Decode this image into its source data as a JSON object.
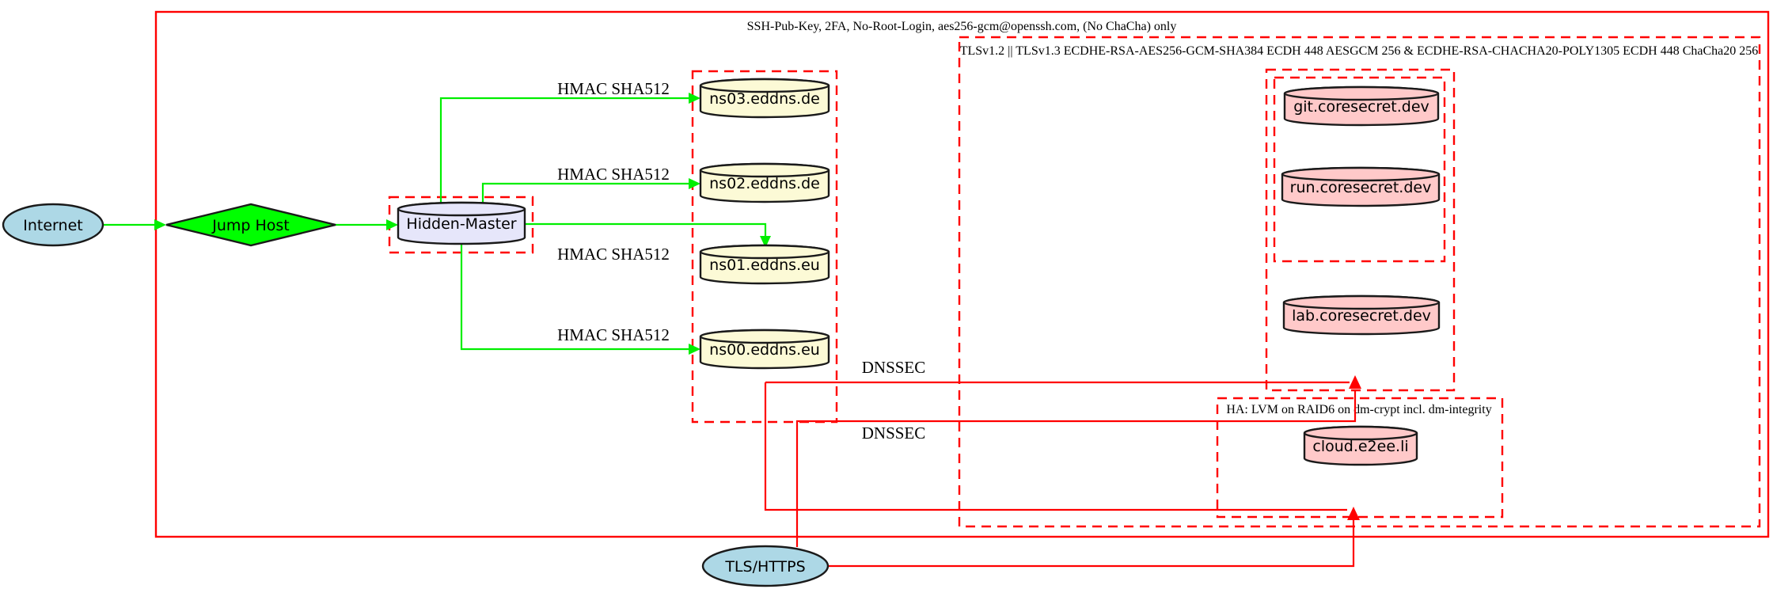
{
  "diagram": {
    "title": "DNS / hosting security topology",
    "clusters": {
      "ssh": {
        "label": "SSH-Pub-Key, 2FA, No-Root-Login, aes256-gcm@openssh.com, (No ChaCha) only"
      },
      "tls": {
        "label": "TLSv1.2 || TLSv1.3 ECDHE-RSA-AES256-GCM-SHA384 ECDH 448 AESGCM 256 & ECDHE-RSA-CHACHA20-POLY1305 ECDH 448 ChaCha20 256"
      },
      "ha": {
        "label": "HA: LVM on RAID6 on dm-crypt incl. dm-integrity"
      }
    },
    "nodes": {
      "internet": {
        "label": "Internet",
        "shape": "ellipse"
      },
      "jump_host": {
        "label": "Jump Host",
        "shape": "diamond"
      },
      "hidden_master": {
        "label": "Hidden-Master",
        "shape": "cylinder"
      },
      "ns03": {
        "label": "ns03.eddns.de",
        "shape": "cylinder"
      },
      "ns02": {
        "label": "ns02.eddns.de",
        "shape": "cylinder"
      },
      "ns01": {
        "label": "ns01.eddns.eu",
        "shape": "cylinder"
      },
      "ns00": {
        "label": "ns00.eddns.eu",
        "shape": "cylinder"
      },
      "git": {
        "label": "git.coresecret.dev",
        "shape": "cylinder"
      },
      "run": {
        "label": "run.coresecret.dev",
        "shape": "cylinder"
      },
      "lab": {
        "label": "lab.coresecret.dev",
        "shape": "cylinder"
      },
      "cloud": {
        "label": "cloud.e2ee.li",
        "shape": "cylinder"
      },
      "tls_https": {
        "label": "TLS/HTTPS",
        "shape": "ellipse"
      }
    },
    "edge_labels": {
      "hmac": [
        "HMAC SHA512",
        "HMAC SHA512",
        "HMAC SHA512",
        "HMAC SHA512"
      ],
      "dnssec": [
        "DNSSEC",
        "DNSSEC"
      ]
    },
    "colors": {
      "red": "#ff0000",
      "green": "#00ee00",
      "node_blue": "#add8e6",
      "node_green": "#00ff00",
      "node_lavender": "#e6e6fa",
      "node_yellow": "#fcfad6",
      "node_pink": "#ffc9c9"
    }
  }
}
